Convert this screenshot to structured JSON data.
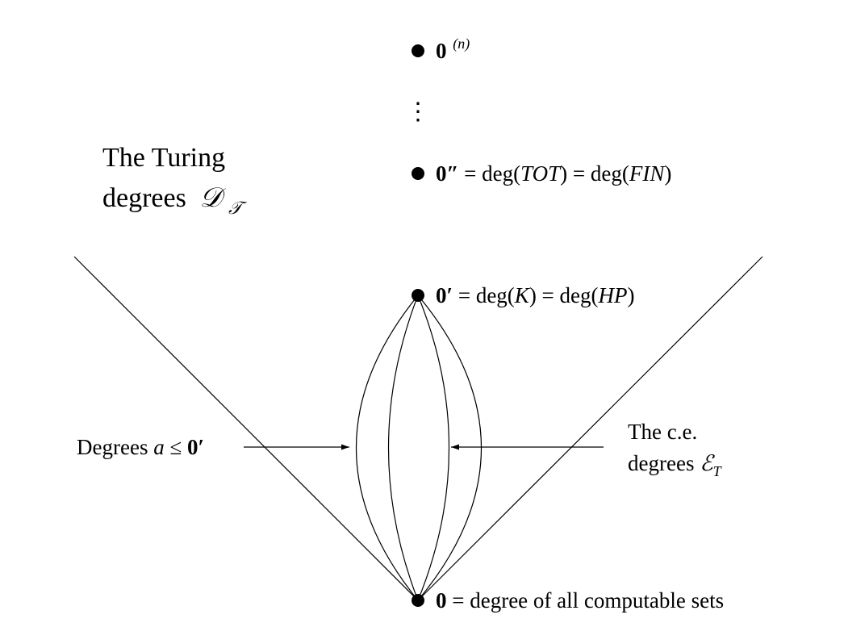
{
  "title": {
    "line1": "The Turing",
    "line2": "degrees",
    "symbol": "𝒟",
    "subscript": "𝒯"
  },
  "nodes": {
    "zero_n": {
      "zero": "0",
      "exponent": "(n)"
    },
    "ellipsis": "⋮",
    "zero_double": {
      "zero": "0″",
      "eq1": " = deg(",
      "tot": "TOT",
      "eq2": ") = deg(",
      "fin": "FIN",
      "close": ")"
    },
    "zero_prime": {
      "zero": "0′",
      "eq1": " = deg(",
      "k": "K",
      "eq2": ") = deg(",
      "hp": "HP",
      "close": ")"
    },
    "zero": {
      "zero": "0",
      "rest": " = degree of all computable sets"
    }
  },
  "left_label": {
    "text": "Degrees ",
    "var": "a",
    "leq": " ≤ ",
    "zero": "0′"
  },
  "right_label": {
    "line1": "The c.e.",
    "line2": "degrees ",
    "symbol": "ℰ",
    "subscript": "T"
  }
}
